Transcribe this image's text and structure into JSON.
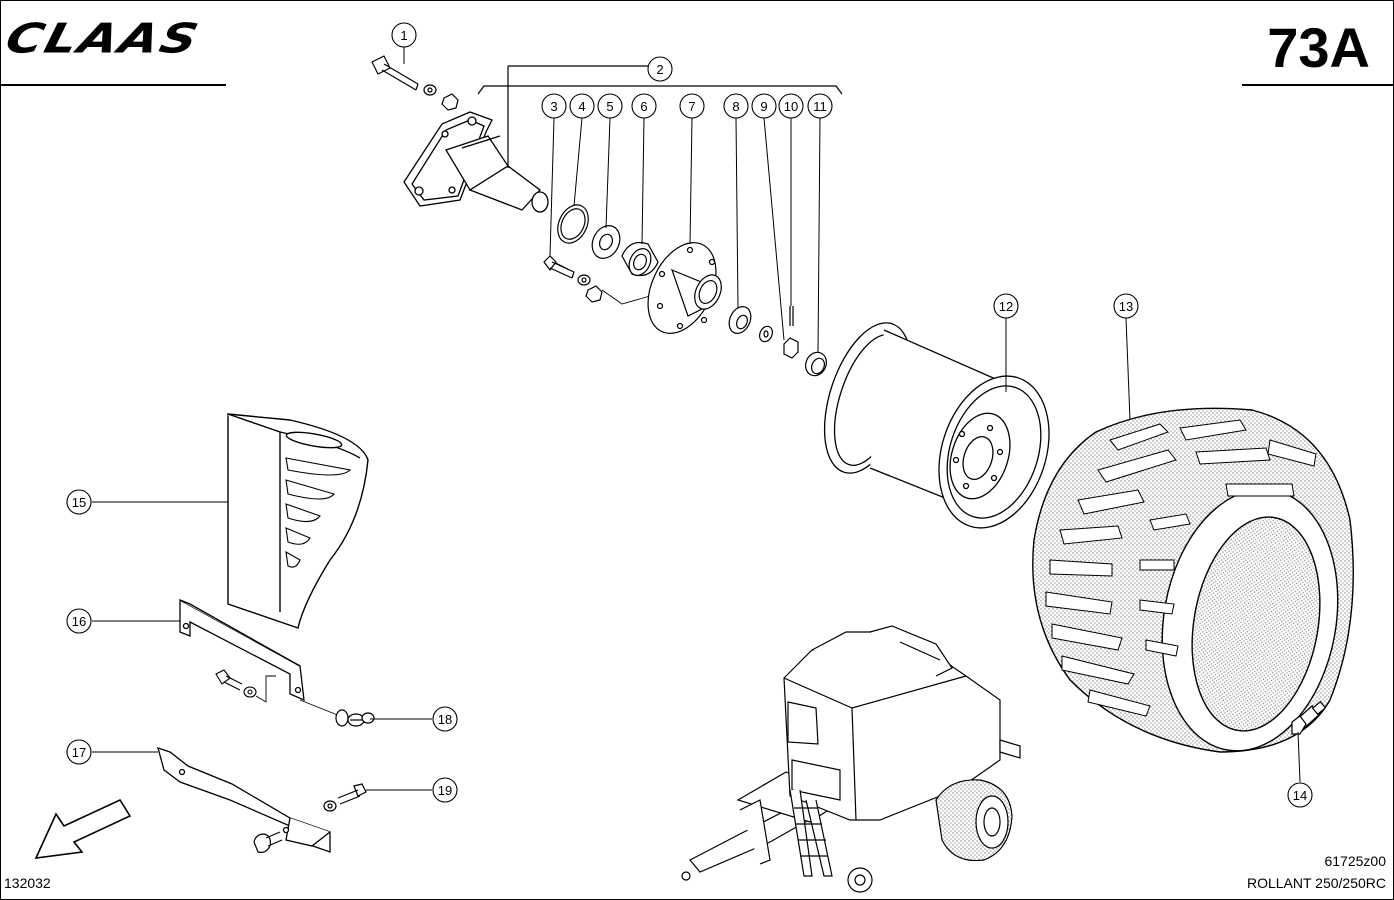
{
  "header": {
    "brand": "CLAAS",
    "page_number": "73A"
  },
  "footer": {
    "sheet_number": "132032",
    "drawing_code": "61725z00",
    "model": "ROLLANT 250/250RC"
  },
  "callouts": [
    "1",
    "2",
    "3",
    "4",
    "5",
    "6",
    "7",
    "8",
    "9",
    "10",
    "11",
    "12",
    "13",
    "14",
    "15",
    "16",
    "17",
    "18",
    "19"
  ]
}
